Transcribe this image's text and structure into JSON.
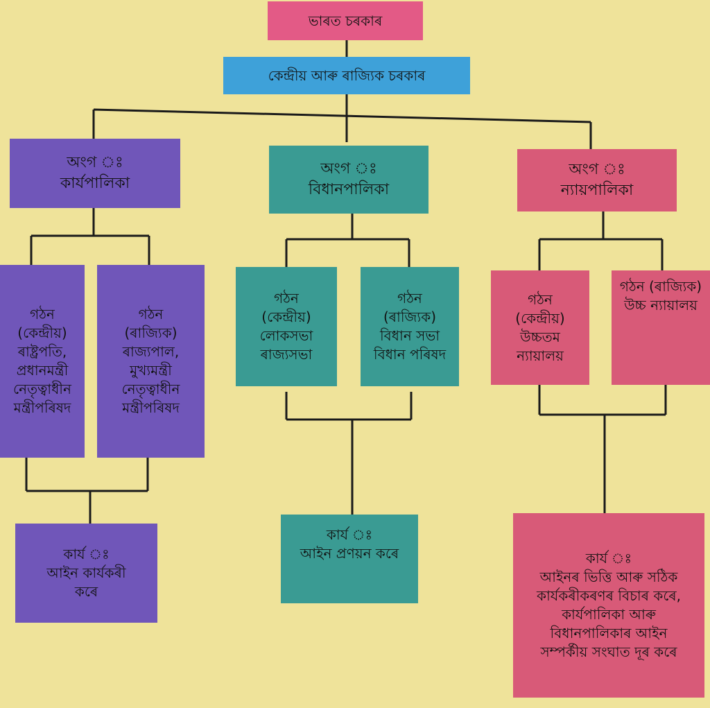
{
  "colors": {
    "background": "#efe39a",
    "root": "#e35a86",
    "level": "#3ea1d9",
    "executive": "#7056b9",
    "legislature": "#3a9b93",
    "judiciary": "#d85a78",
    "connector": "#1a1a1a"
  },
  "root": {
    "label": "ভাৰত চৰকাৰ"
  },
  "level": {
    "label": "কেন্দ্ৰীয় আৰু ৰাজ্যিক চৰকাৰ"
  },
  "executive": {
    "organ": [
      "অংগ ঃ",
      "কাৰ্যপালিকা"
    ],
    "central": [
      "গঠন",
      "(কেন্দ্ৰীয়)",
      "ৰাষ্ট্ৰপতি,",
      "প্ৰধানমন্ত্ৰী",
      "নেতৃত্বাধীন",
      "মন্ত্ৰীপৰিষদ"
    ],
    "state": [
      "গঠন",
      "(ৰাজ্যিক)",
      "ৰাজ্যপাল,",
      "মুখ্যমন্ত্ৰী",
      "নেতৃত্বাধীন",
      "মন্ত্ৰীপৰিষদ"
    ],
    "function": [
      "কাৰ্য ঃ",
      "আইন কাৰ্যকৰী",
      "কৰে"
    ]
  },
  "legislature": {
    "organ": [
      "অংগ ঃ",
      "বিধানপালিকা"
    ],
    "central": [
      "গঠন",
      "(কেন্দ্ৰীয়)",
      "লোকসভা",
      "ৰাজ্যসভা"
    ],
    "state": [
      "গঠন",
      "(ৰাজ্যিক)",
      "বিধান সভা",
      "বিধান পৰিষদ"
    ],
    "function": [
      "কাৰ্য ঃ",
      "আইন প্ৰণয়ন কৰে"
    ]
  },
  "judiciary": {
    "organ": [
      "অংগ ঃ",
      "ন্যায়পালিকা"
    ],
    "central": [
      "গঠন",
      "(কেন্দ্ৰীয়)",
      "উচ্চতম",
      "ন্যায়ালয়"
    ],
    "state": [
      "গঠন (ৰাজ্যিক)",
      "উচ্চ ন্যায়ালয়"
    ],
    "function": [
      "কাৰ্য ঃ",
      "আইনৰ ভিত্তি আৰু সঠিক",
      "কাৰ্যকৰীকৰণৰ বিচাৰ কৰে,",
      "কাৰ্যপালিকা আৰু",
      "বিধানপালিকাৰ আইন",
      "সম্পৰ্কীয় সংঘাত দূৰ কৰে"
    ]
  }
}
